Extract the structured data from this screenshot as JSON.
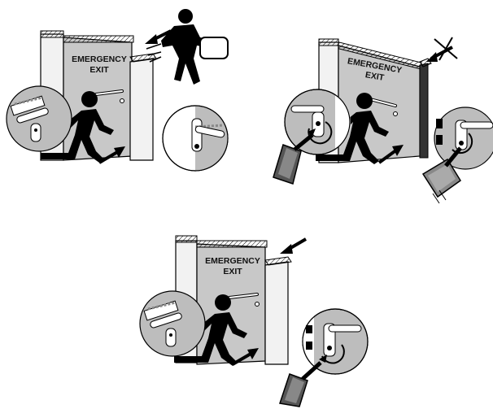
{
  "panels": [
    {
      "sign_line1": "EMERGENCY",
      "sign_line2": "EXIT"
    },
    {
      "sign_line1": "EMERGENCY",
      "sign_line2": "EXIT"
    },
    {
      "sign_line1": "EMERGENCY",
      "sign_line2": "EXIT"
    }
  ],
  "colors": {
    "door": "#c8c8c8",
    "wall": "#f2f2f2",
    "ink": "#000000",
    "circle": "#bdbdbd"
  },
  "icons": [
    "running-person-icon",
    "pushing-person-icon",
    "arrow-icon",
    "key-icon",
    "lever-handle-icon",
    "cylinder-lock-icon",
    "crossed-out-icon"
  ]
}
